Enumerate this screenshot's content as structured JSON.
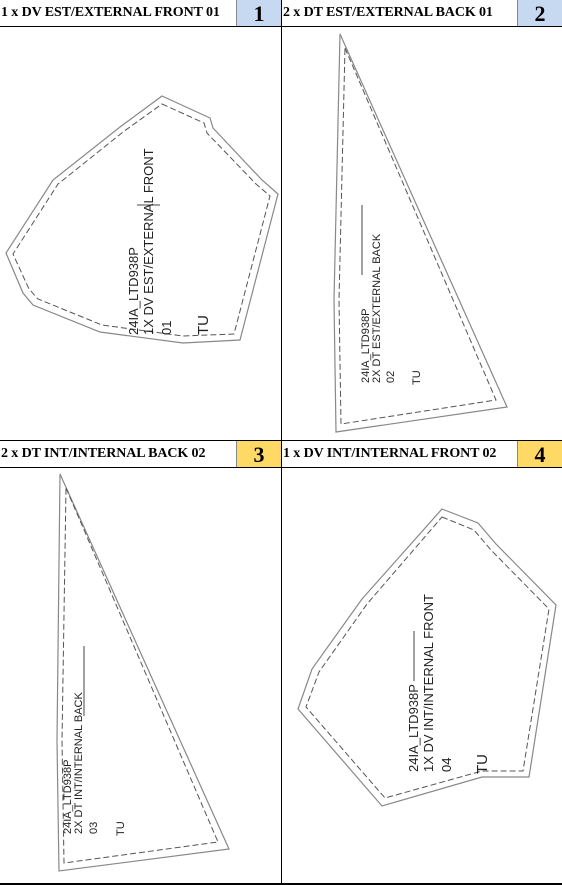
{
  "pieces": [
    {
      "title": "1 x DV EST/EXTERNAL FRONT 01",
      "number": "1",
      "number_color": "#c6d9f1",
      "labels": {
        "code": "24IA_LTD938P",
        "description": "1X DV EST/EXTERNAL FRONT",
        "index": "01",
        "size": "TU"
      }
    },
    {
      "title": "2 x DT EST/EXTERNAL BACK 01",
      "number": "2",
      "number_color": "#c6d9f1",
      "labels": {
        "code": "24IA_LTD938P",
        "description": "2X DT EST/EXTERNAL BACK",
        "index": "02",
        "size": "TU"
      }
    },
    {
      "title": "2 x DT INT/INTERNAL BACK  02",
      "number": "3",
      "number_color": "#ffd966",
      "labels": {
        "code": "24IA_LTD938P",
        "description": "2X DT INT/INTERNAL BACK",
        "index": "03",
        "size": "TU"
      }
    },
    {
      "title": "1 x DV INT/INTERNAL FRONT 02",
      "number": "4",
      "number_color": "#ffd966",
      "labels": {
        "code": "24IA_LTD938P",
        "description": "1X DV INT/INTERNAL FRONT",
        "index": "04",
        "size": "TU"
      }
    }
  ]
}
